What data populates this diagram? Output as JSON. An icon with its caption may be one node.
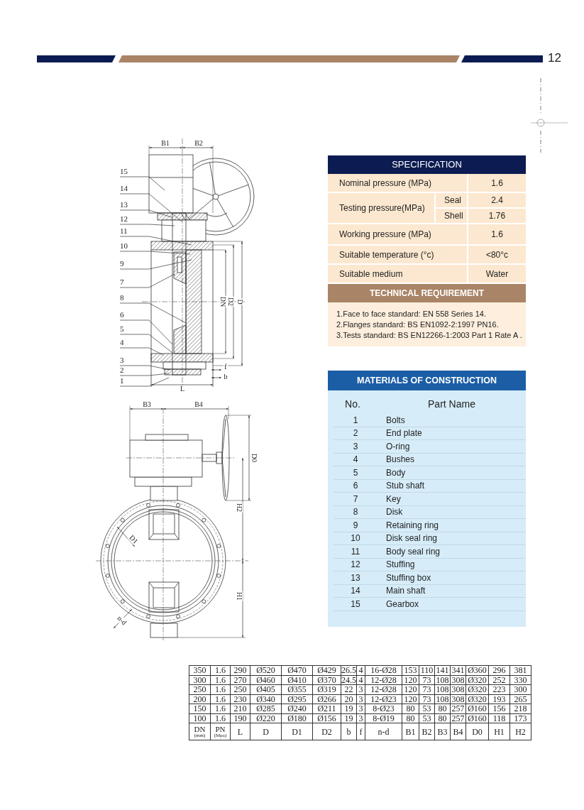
{
  "diagram": {
    "nodes": [
      {
        "text": [
          "15"
        ]
      },
      {
        "text": [
          "14"
        ]
      },
      {
        "text": [
          "13"
        ]
      },
      {
        "text": [
          "12"
        ]
      },
      {
        "text": [
          "11"
        ]
      },
      {
        "text": [
          "10"
        ]
      },
      {
        "text": [
          "9"
        ]
      },
      {
        "text": [
          "7"
        ]
      },
      {
        "text": [
          "8"
        ]
      },
      {
        "text": [
          "6"
        ]
      },
      {
        "text": [
          "5"
        ]
      },
      {
        "text": [
          "4"
        ]
      },
      {
        "text": [
          "3"
        ]
      },
      {
        "text": [
          "2"
        ]
      },
      {
        "text": [
          "1"
        ]
      }
    ],
    "edges": [
      {
        "from": 0,
        "to": null,
        "arrow": "none"
      },
      {
        "from": 1,
        "to": null,
        "arrow": "none"
      },
      {
        "from": 2,
        "to": null,
        "arrow": "none"
      },
      {
        "from": 3,
        "to": null,
        "arrow": "none"
      },
      {
        "from": 4,
        "to": null,
        "arrow": "none"
      },
      {
        "from": 5,
        "to": null,
        "arrow": "none"
      },
      {
        "from": 6,
        "to": null,
        "arrow": "none"
      },
      {
        "from": 7,
        "to": null,
        "arrow": "none"
      },
      {
        "from": 8,
        "to": null,
        "arrow": "none"
      },
      {
        "from": 9,
        "to": null,
        "arrow": "none"
      },
      {
        "from": 10,
        "to": null,
        "arrow": "none"
      },
      {
        "from": 11,
        "to": null,
        "arrow": "none"
      },
      {
        "from": 12,
        "to": null,
        "arrow": "none"
      },
      {
        "from": 13,
        "to": null,
        "arrow": "none"
      },
      {
        "from": 14,
        "to": null,
        "arrow": "none"
      }
    ],
    "labels": [
      "12",
      "B1",
      "B2",
      "DN",
      "D2",
      "D",
      "f",
      "b",
      "L",
      "B3",
      "B4",
      "D0",
      "D1",
      "H2",
      "H1",
      "n-d",
      "SPECIFICATION",
      "Nominal pressure (MPa)",
      "1.6",
      "Testing pressure(MPa)",
      "Seal",
      "2.4",
      "Shell",
      "1.76",
      "Working pressure (MPa)",
      "1.6",
      "Suitable temperature (°c)",
      "<80°c",
      "Suitable medium",
      "Water",
      "TECHNICAL REQUIREMENT",
      "1.Face to face standard: EN 558 Series 14.",
      "2.Flanges standard: BS EN1092-2:1997 PN16.",
      "3.Tests standard: BS EN12266-1:2003 Part 1 Rate A .",
      "MATERIALS OF CONSTRUCTION",
      "No.",
      "Part Name",
      "1",
      "Bolts",
      "2",
      "End plate",
      "3",
      "O-ring",
      "4",
      "Bushes",
      "5",
      "Body",
      "6",
      "Stub shaft",
      "7",
      "Key",
      "8",
      "Disk",
      "9",
      "Retaining ring",
      "10",
      "Disk seal ring",
      "11",
      "Body seal ring",
      "12",
      "Stuffing",
      "13",
      "Stuffing box",
      "14",
      "Main shaft",
      "15",
      "Gearbox",
      "350",
      "1.6",
      "290",
      "Ø520",
      "Ø470",
      "Ø429",
      "26.5",
      "4",
      "16-Ø28",
      "153",
      "110",
      "141",
      "341",
      "Ø360",
      "296",
      "381",
      "300",
      "1.6",
      "270",
      "Ø460",
      "Ø410",
      "Ø370",
      "24.5",
      "4",
      "12-Ø28",
      "120",
      "73",
      "108",
      "308",
      "Ø320",
      "252",
      "330",
      "250",
      "1.6",
      "250",
      "Ø405",
      "Ø355",
      "Ø319",
      "22",
      "3",
      "12-Ø28",
      "120",
      "73",
      "108",
      "308",
      "Ø320",
      "223",
      "300",
      "200",
      "1.6",
      "230",
      "Ø340",
      "Ø295",
      "Ø266",
      "20",
      "3",
      "12-Ø23",
      "120",
      "73",
      "108",
      "308",
      "Ø320",
      "193",
      "265",
      "150",
      "1.6",
      "210",
      "Ø285",
      "Ø240",
      "Ø211",
      "19",
      "3",
      "8-Ø23",
      "80",
      "53",
      "80",
      "257",
      "Ø160",
      "156",
      "218",
      "100",
      "1.6",
      "190",
      "Ø220",
      "Ø180",
      "Ø156",
      "19",
      "3",
      "8-Ø19",
      "80",
      "53",
      "80",
      "257",
      "Ø160",
      "118",
      "173",
      "DN",
      "(mm)",
      "PN",
      "(Mpa)",
      "L",
      "D",
      "D1",
      "D2",
      "b",
      "f",
      "n-d",
      "B1",
      "B2",
      "B3",
      "B4",
      "D0",
      "H1",
      "H2"
    ]
  }
}
